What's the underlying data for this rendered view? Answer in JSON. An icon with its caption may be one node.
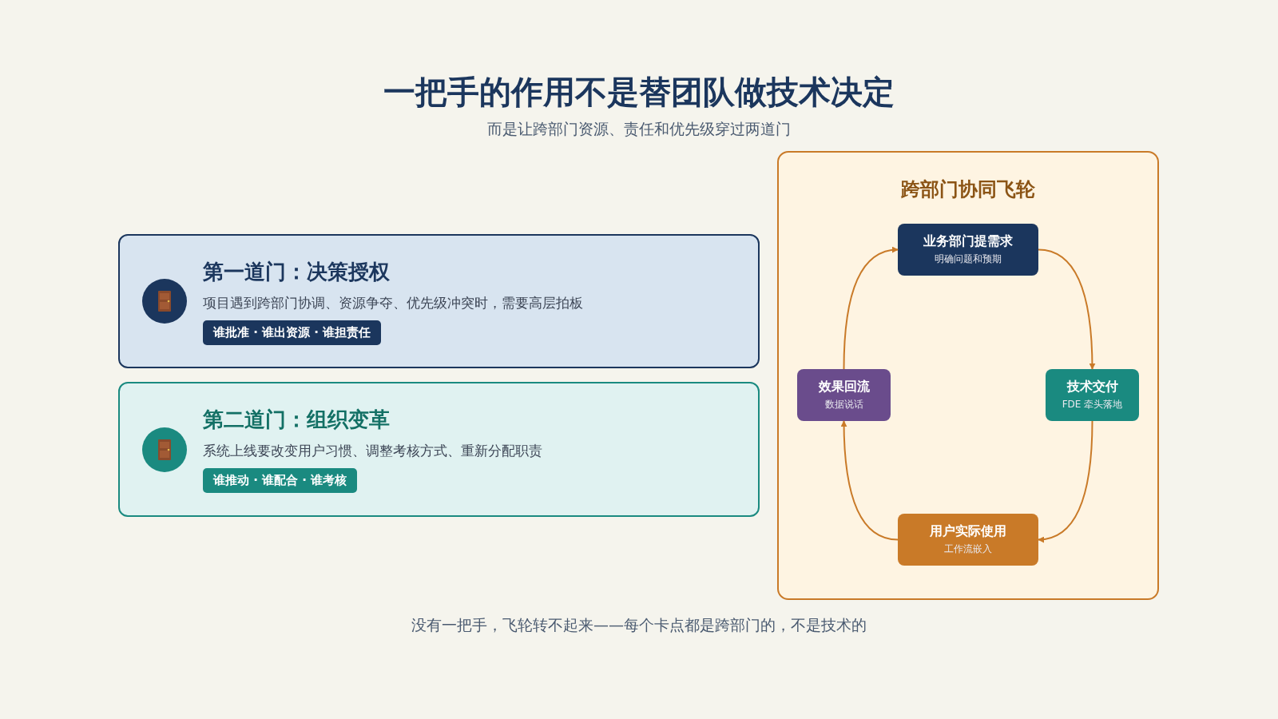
{
  "diagram": {
    "title": "一把手的作用不是替团队做技术决定",
    "caption": "没有一把手，飞轮转不起来——每个卡点都是跨部门的，不是技术的",
    "labels": [
      "而是让跨部门资源、责任和优先级穿过两道门"
    ],
    "nodes": [
      {
        "text": [
          "第一道门：决策授权",
          "项目遇到跨部门协调、资源争夺、优先级冲突时，需要高层拍板",
          "谁批准 · 谁出资源 · 谁担责任"
        ]
      },
      {
        "text": [
          "第二道门：组织变革",
          "系统上线要改变用户习惯、调整考核方式、重新分配职责",
          "谁推动 · 谁配合 · 谁考核"
        ]
      },
      {
        "text": [
          "跨部门协同飞轮"
        ]
      },
      {
        "text": [
          "业务部门提需求",
          "明确问题和预期"
        ],
        "in": 2
      },
      {
        "text": [
          "技术交付",
          "FDE 牵头落地"
        ],
        "in": 2
      },
      {
        "text": [
          "用户实际使用",
          "工作流嵌入"
        ],
        "in": 2
      },
      {
        "text": [
          "效果回流",
          "数据说话"
        ],
        "in": 2
      }
    ],
    "edges": [
      {
        "from": 3,
        "to": 4,
        "arrow": "to"
      },
      {
        "from": 4,
        "to": 5,
        "arrow": "to"
      },
      {
        "from": 5,
        "to": 6,
        "arrow": "to"
      },
      {
        "from": 6,
        "to": 3,
        "arrow": "to"
      }
    ]
  }
}
